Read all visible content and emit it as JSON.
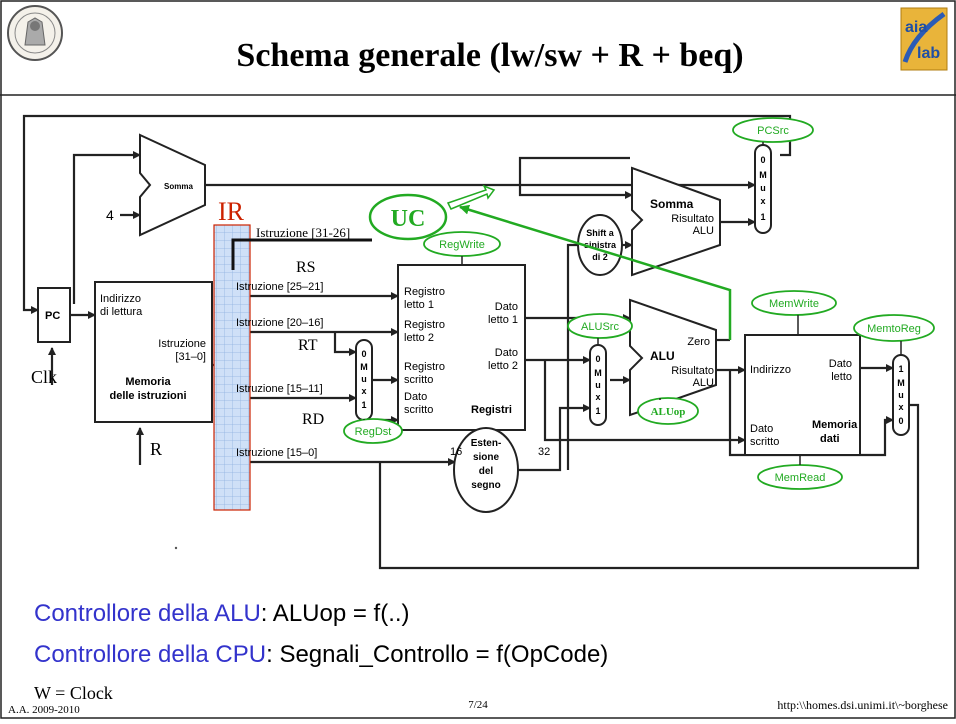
{
  "header": {
    "title": "Schema generale (lw/sw + R + beq)"
  },
  "logos": {
    "left": "university-seal",
    "right": "aisla-logo"
  },
  "diagram": {
    "adder_pc": "Somma",
    "const_four": "4",
    "pc": "PC",
    "clk": "Clk",
    "read": "R",
    "imem": {
      "addr1": "Indirizzo",
      "addr2": "di lettura",
      "instr1": "Istruzione",
      "instr2": "[31–0]",
      "name1": "Memoria",
      "name2": "delle istruzioni"
    },
    "ir": "IR",
    "uc": "UC",
    "fields": {
      "opcode": "Istruzione [31-26]",
      "f25": "Istruzione [25–21]",
      "f20": "Istruzione [20–16]",
      "f15": "Istruzione [15–11]",
      "f15_0": "Istruzione [15–0]"
    },
    "rs": "RS",
    "rt": "RT",
    "rd": "RD",
    "regs": {
      "r1a": "Registro",
      "r1b": "letto 1",
      "r2a": "Registro",
      "r2b": "letto 2",
      "wra": "Registro",
      "wrb": "scritto",
      "wda": "Dato",
      "wdb": "scritto",
      "d1a": "Dato",
      "d1b": "letto 1",
      "d2a": "Dato",
      "d2b": "letto 2",
      "name": "Registri"
    },
    "mux_letters": [
      "0",
      "M",
      "u",
      "x",
      "1"
    ],
    "mux_letters_rev": [
      "1",
      "M",
      "u",
      "x",
      "0"
    ],
    "sext": {
      "a": "Esten-",
      "b": "sione",
      "c": "del",
      "d": "segno"
    },
    "bits16": "16",
    "bits32": "32",
    "shift": {
      "a": "Shift a",
      "b": "sinistra",
      "c": "di 2"
    },
    "adder_br": {
      "a": "Somma",
      "b": "Risultato",
      "c": "ALU"
    },
    "alu": {
      "zero": "Zero",
      "name": "ALU",
      "res": "Risultato",
      "res2": "ALU"
    },
    "dmem": {
      "addr": "Indirizzo",
      "rd1": "Dato",
      "rd2": "letto",
      "wd1": "Dato",
      "wd2": "scritto",
      "name1": "Memoria",
      "name2": "dati"
    },
    "signals": {
      "pcsrc": "PCSrc",
      "regwrite": "RegWrite",
      "alusrc": "ALUSrc",
      "regdst": "RegDst",
      "aluop": "ALUop",
      "memwrite": "MemWrite",
      "memtoreg": "MemtoReg",
      "memread": "MemRead"
    }
  },
  "notes": {
    "line1_label": "Controllore della ALU",
    "line1_rest": ": ALUop = f(..)",
    "line2_label": "Controllore della CPU",
    "line2_rest": ": Segnali_Controllo = f(OpCode)",
    "clock": "W = Clock"
  },
  "footer": {
    "year": "A.A. 2009-2010",
    "page": "7/24",
    "url": "http:\\\\homes.dsi.unimi.it\\~borghese"
  },
  "colors": {
    "title": "#000000",
    "accent_blue": "#3333cc",
    "signal_green": "#22aa22",
    "ir_red": "#cc2200",
    "ir_fill": "#cfe0f7",
    "ink": "#222222"
  }
}
